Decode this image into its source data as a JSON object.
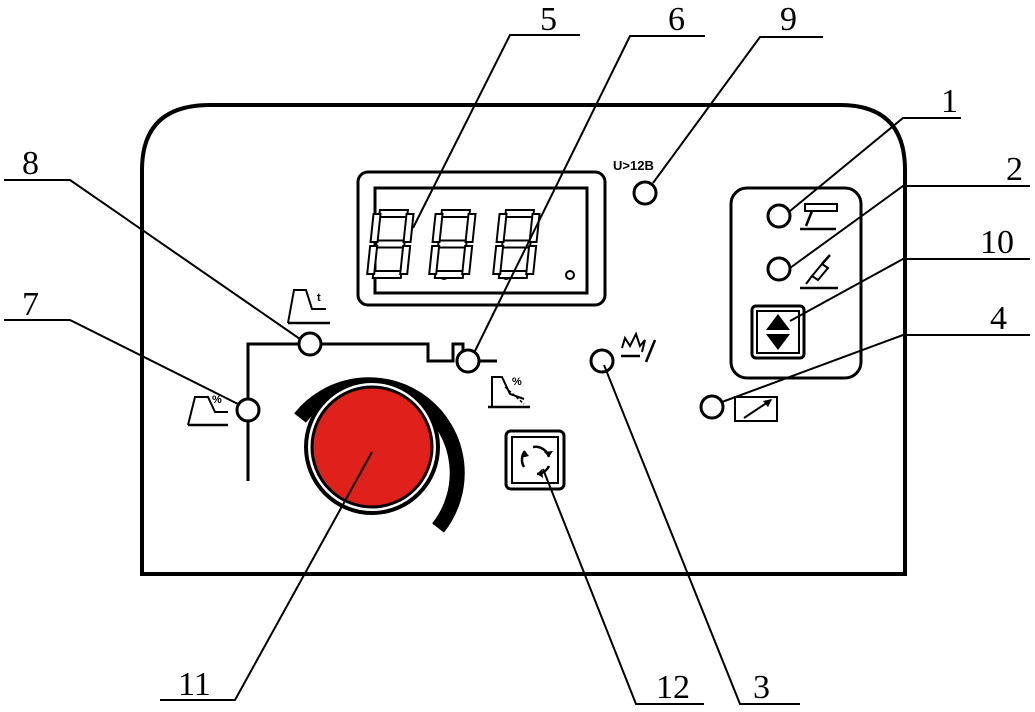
{
  "panel": {
    "voltage_label": "U>12B",
    "percent_symbol": "%",
    "time_symbol": "t",
    "display_digits": [
      "8.",
      "8.",
      "8."
    ],
    "knob_color": "#e0201a",
    "outline_color": "#000000"
  },
  "callouts": [
    {
      "id": "c1",
      "label": "1"
    },
    {
      "id": "c2",
      "label": "2"
    },
    {
      "id": "c3",
      "label": "3"
    },
    {
      "id": "c4",
      "label": "4"
    },
    {
      "id": "c5",
      "label": "5"
    },
    {
      "id": "c6",
      "label": "6"
    },
    {
      "id": "c7",
      "label": "7"
    },
    {
      "id": "c8",
      "label": "8"
    },
    {
      "id": "c9",
      "label": "9"
    },
    {
      "id": "c10",
      "label": "10"
    },
    {
      "id": "c11",
      "label": "11"
    },
    {
      "id": "c12",
      "label": "12"
    }
  ]
}
